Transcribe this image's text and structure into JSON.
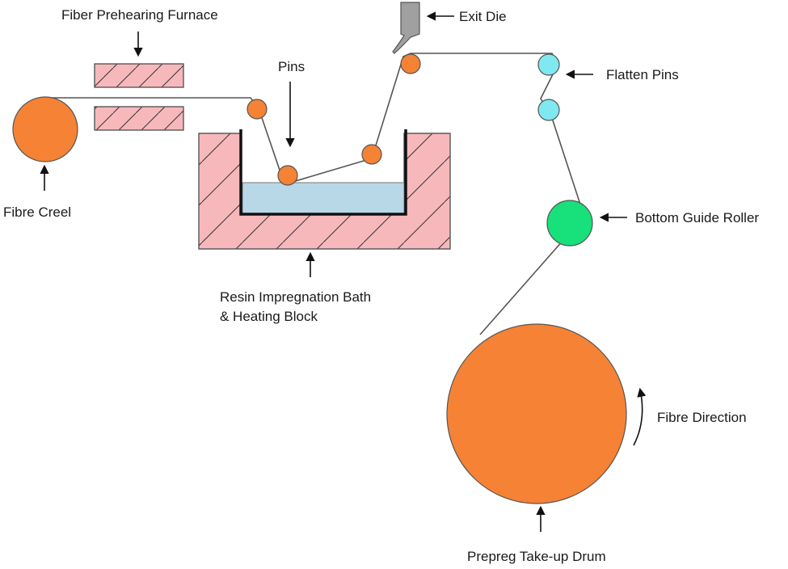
{
  "diagram": {
    "labels": {
      "furnace": "Fiber Prehearing Furnace",
      "creel": "Fibre Creel",
      "pins": "Pins",
      "exit_die": "Exit Die",
      "flatten_pins": "Flatten Pins",
      "guide_roller": "Bottom Guide Roller",
      "bath_line1": "Resin Impregnation Bath",
      "bath_line2": "& Heating Block",
      "fibre_direction": "Fibre Direction",
      "drum": "Prepreg Take-up Drum"
    },
    "colors": {
      "roller_orange": "#f58235",
      "flatten_cyan": "#7fe8f0",
      "guide_green": "#18e07a",
      "block_pink": "#f7b8bc",
      "resin_blue": "#b8d8e8",
      "die_gray": "#a0a0a0"
    }
  }
}
